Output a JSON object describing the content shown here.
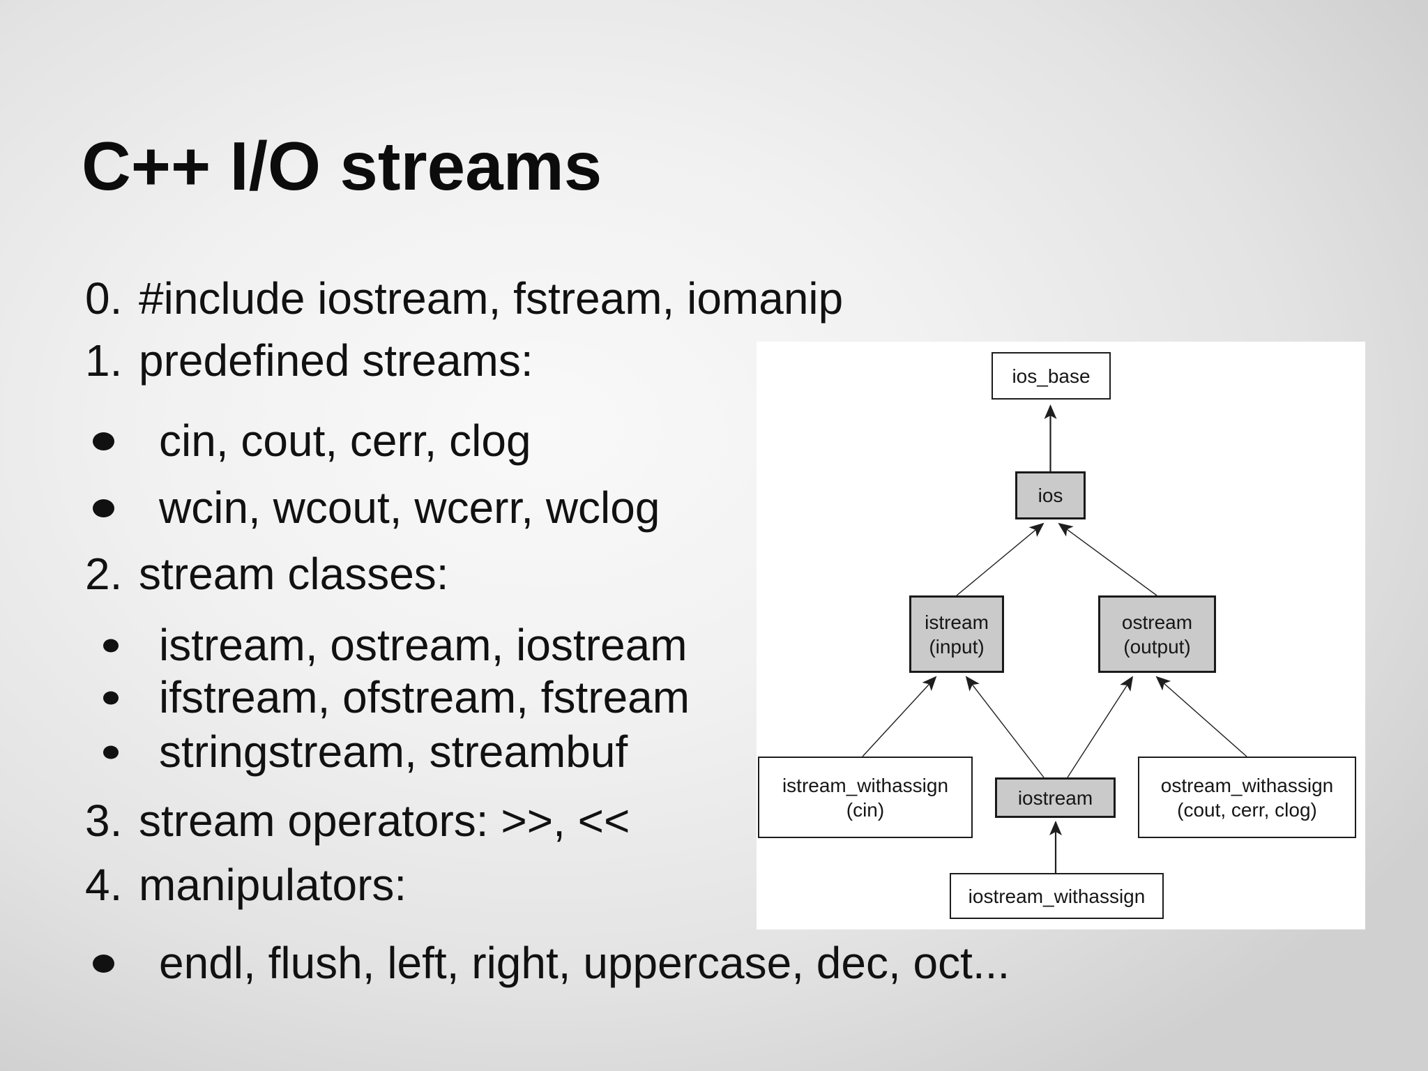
{
  "slide": {
    "title": "C++ I/O streams",
    "list": [
      {
        "type": "number",
        "label": "0.",
        "text": "#include iostream, fstream, iomanip"
      },
      {
        "type": "number",
        "label": "1.",
        "text": "predefined streams:"
      },
      {
        "type": "bullet-large",
        "text": "cin, cout, cerr, clog"
      },
      {
        "type": "bullet-large",
        "text": "wcin, wcout, wcerr, wclog"
      },
      {
        "type": "number",
        "label": "2.",
        "text": "stream classes:"
      },
      {
        "type": "bullet-small",
        "text": "istream, ostream, iostream"
      },
      {
        "type": "bullet-small",
        "text": "ifstream, ofstream, fstream"
      },
      {
        "type": "bullet-small",
        "text": "stringstream, streambuf"
      },
      {
        "type": "number",
        "label": "3.",
        "text": "stream operators: >>, <<"
      },
      {
        "type": "number",
        "label": "4.",
        "text": "manipulators:"
      },
      {
        "type": "bullet-large",
        "text": "endl, flush, left, right, uppercase, dec, oct..."
      }
    ]
  },
  "diagram": {
    "nodes": [
      {
        "id": "ios_base",
        "lines": [
          "ios_base"
        ],
        "variant": "white"
      },
      {
        "id": "ios",
        "lines": [
          "ios"
        ],
        "variant": "gray"
      },
      {
        "id": "istream",
        "lines": [
          "istream",
          "(input)"
        ],
        "variant": "gray"
      },
      {
        "id": "ostream",
        "lines": [
          "ostream",
          "(output)"
        ],
        "variant": "gray"
      },
      {
        "id": "istream_withassign",
        "lines": [
          "istream_withassign",
          "(cin)"
        ],
        "variant": "white"
      },
      {
        "id": "iostream",
        "lines": [
          "iostream"
        ],
        "variant": "gray"
      },
      {
        "id": "ostream_withassign",
        "lines": [
          "ostream_withassign",
          "(cout, cerr, clog)"
        ],
        "variant": "white"
      },
      {
        "id": "iostream_withassign",
        "lines": [
          "iostream_withassign"
        ],
        "variant": "white"
      }
    ],
    "edges": [
      {
        "from": "ios",
        "to": "ios_base"
      },
      {
        "from": "istream",
        "to": "ios"
      },
      {
        "from": "ostream",
        "to": "ios"
      },
      {
        "from": "istream_withassign",
        "to": "istream"
      },
      {
        "from": "iostream",
        "to": "istream"
      },
      {
        "from": "iostream",
        "to": "ostream"
      },
      {
        "from": "ostream_withassign",
        "to": "ostream"
      },
      {
        "from": "iostream_withassign",
        "to": "iostream"
      }
    ]
  },
  "colors": {
    "text": "#111111",
    "panel_background": "#ffffff",
    "node_gray_fill": "#cacaca",
    "node_border": "#1a1a1a",
    "edge_stroke": "#1e1e1e"
  }
}
